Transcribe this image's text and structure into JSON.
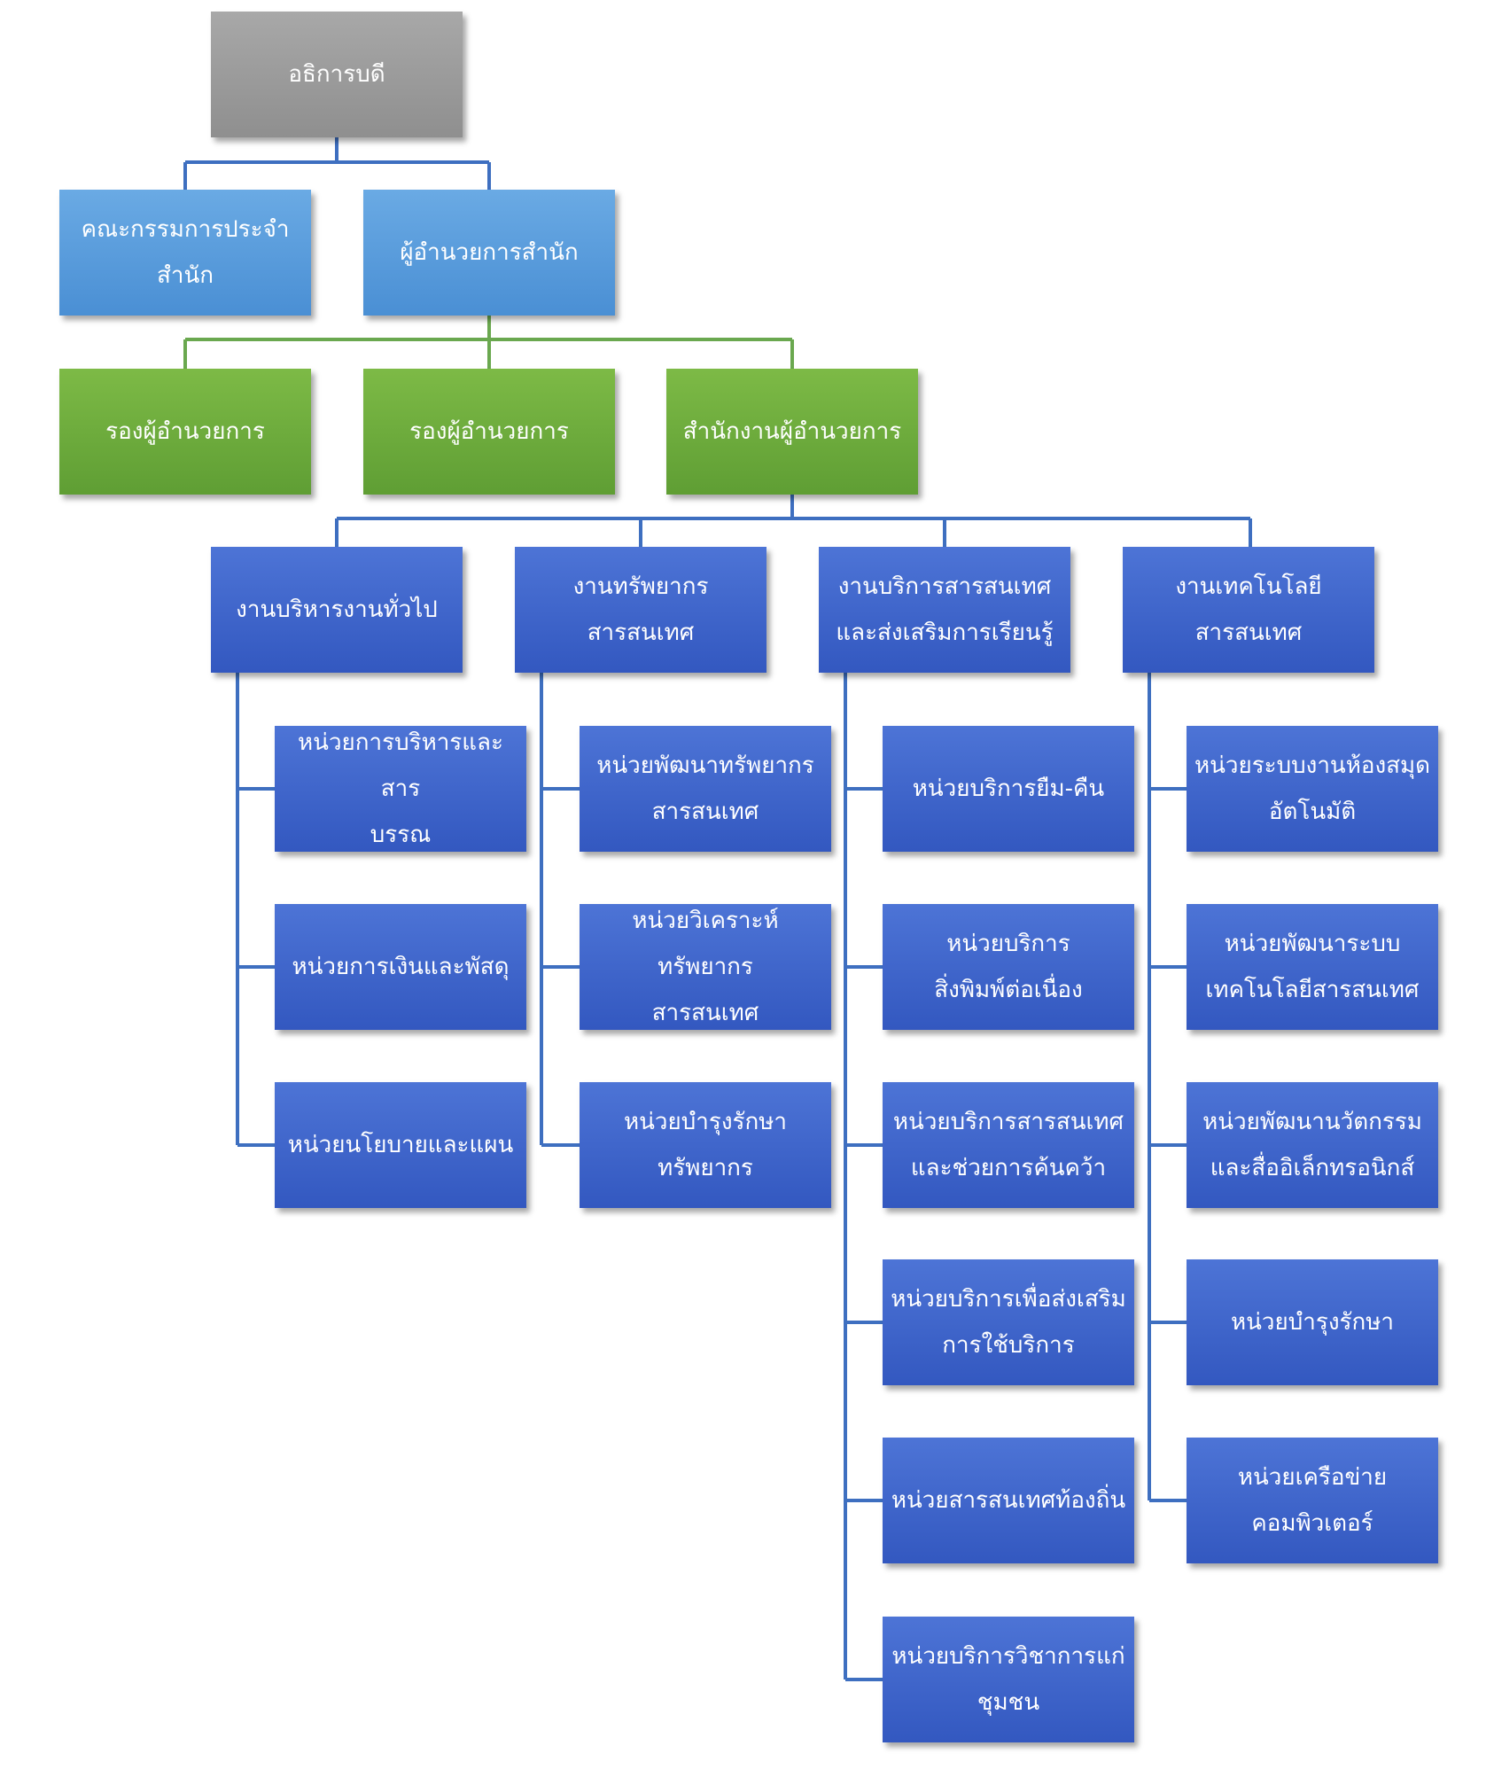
{
  "chart": {
    "director": "อธิการบดี",
    "committee": "คณะกรรมการประจำ\nสำนัก",
    "office_director": "ผู้อำนวยการสำนัก",
    "deputy_1": "รองผู้อำนวยการ",
    "deputy_2": "รองผู้อำนวยการ",
    "director_office": "สำนักงานผู้อำนวยการ",
    "divisions": [
      {
        "name": "งานบริหารงานทั่วไป",
        "units": [
          "หน่วยการบริหารและสาร\nบรรณ",
          "หน่วยการเงินและพัสดุ",
          "หน่วยนโยบายและแผน"
        ]
      },
      {
        "name": "งานทรัพยากรสารสนเทศ",
        "units": [
          "หน่วยพัฒนาทรัพยากร\nสารสนเทศ",
          "หน่วยวิเคราะห์ทรัพยากร\nสารสนเทศ",
          "หน่วยบำรุงรักษา\nทรัพยากร"
        ]
      },
      {
        "name": "งานบริการสารสนเทศ\nและส่งเสริมการเรียนรู้",
        "units": [
          "หน่วยบริการยืม-คืน",
          "หน่วยบริการ\nสิ่งพิมพ์ต่อเนื่อง",
          "หน่วยบริการสารสนเทศ\nและช่วยการค้นคว้า",
          "หน่วยบริการเพื่อส่งเสริม\nการใช้บริการ",
          "หน่วยสารสนเทศท้องถิ่น",
          "หน่วยบริการวิชาการแก่\nชุมชน"
        ]
      },
      {
        "name": "งานเทคโนโลยี\nสารสนเทศ",
        "units": [
          "หน่วยระบบงานห้องสมุด\nอัตโนมัติ",
          "หน่วยพัฒนาระบบ\nเทคโนโลยีสารสนเทศ",
          "หน่วยพัฒนานวัตกรรม\nและสื่ออิเล็กทรอนิกส์",
          "หน่วยบำรุงรักษา",
          "หน่วยเครือข่าย\nคอมพิวเตอร์"
        ]
      }
    ]
  },
  "colors": {
    "line_blue": "#3e6fc0",
    "line_green": "#6aa84f",
    "gray": "#9c9c9c",
    "light_blue": "#5b9bdb",
    "green": "#6aad3c",
    "blue": "#3f63c9"
  }
}
